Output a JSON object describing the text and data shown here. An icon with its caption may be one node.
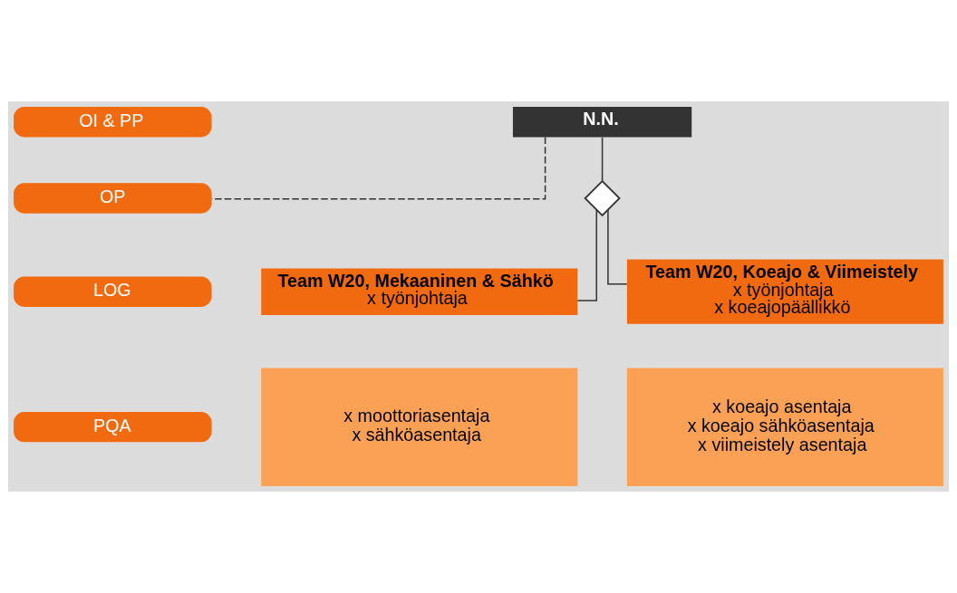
{
  "diagram": {
    "nodes": [
      {
        "text": [
          "N.N."
        ]
      },
      {
        "text": [
          "OI & PP"
        ]
      },
      {
        "text": [
          "OP"
        ]
      },
      {
        "text": [
          "LOG"
        ]
      },
      {
        "text": [
          "PQA"
        ]
      },
      {
        "text": [],
        "shape": "diamond"
      },
      {
        "text": [
          "Team W20, Mekaaninen & Sähkö",
          "x työnjohtaja"
        ]
      },
      {
        "text": [
          "x moottoriasentaja",
          "x sähköasentaja"
        ]
      },
      {
        "text": [
          "Team W20, Koeajo & Viimeistely",
          "x työnjohtaja",
          "x koeajopäällikkö"
        ]
      },
      {
        "text": [
          "x koeajo asentaja",
          "x koeajo sähköasentaja",
          "x viimeistely asentaja"
        ]
      }
    ],
    "edges": [
      {
        "from": 0,
        "to": 5,
        "arrow": "none"
      },
      {
        "from": 5,
        "to": 6,
        "arrow": "none"
      },
      {
        "from": 5,
        "to": 8,
        "arrow": "none"
      },
      {
        "from": 0,
        "to": 2,
        "arrow": "none",
        "style": "dashed"
      }
    ]
  }
}
